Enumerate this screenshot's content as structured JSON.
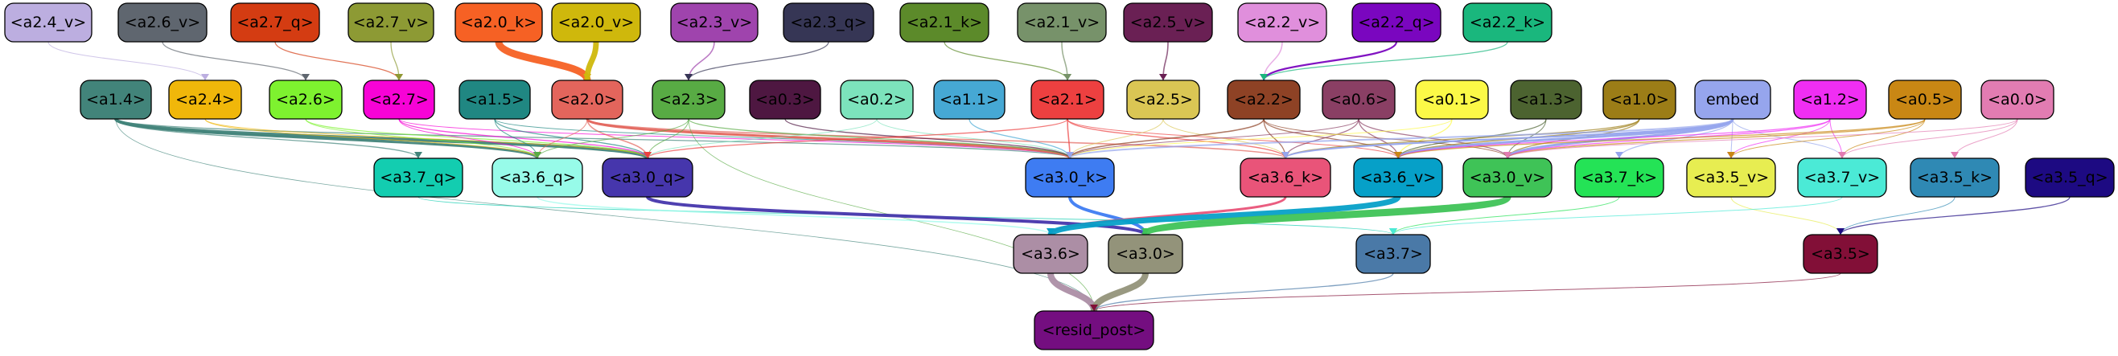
{
  "nodes": [
    {
      "id": "a2.4_v",
      "label": "<a2.4_v>",
      "fill": "#bcaee0",
      "dark": false
    },
    {
      "id": "a2.6_v",
      "label": "<a2.6_v>",
      "fill": "#5f666f",
      "dark": false
    },
    {
      "id": "a2.7_q",
      "label": "<a2.7_q>",
      "fill": "#d43c12",
      "dark": false
    },
    {
      "id": "a2.7_v",
      "label": "<a2.7_v>",
      "fill": "#8d9a34",
      "dark": false
    },
    {
      "id": "a2.0_k",
      "label": "<a2.0_k>",
      "fill": "#f66124",
      "dark": false
    },
    {
      "id": "a2.0_v",
      "label": "<a2.0_v>",
      "fill": "#cfb80c",
      "dark": false
    },
    {
      "id": "a2.3_v",
      "label": "<a2.3_v>",
      "fill": "#9f44ad",
      "dark": false
    },
    {
      "id": "a2.3_q",
      "label": "<a2.3_q>",
      "fill": "#363655",
      "dark": false
    },
    {
      "id": "a2.1_k",
      "label": "<a2.1_k>",
      "fill": "#5c8a2a",
      "dark": false
    },
    {
      "id": "a2.1_v",
      "label": "<a2.1_v>",
      "fill": "#77926a",
      "dark": false
    },
    {
      "id": "a2.5_v",
      "label": "<a2.5_v>",
      "fill": "#6a2054",
      "dark": false
    },
    {
      "id": "a2.2_v",
      "label": "<a2.2_v>",
      "fill": "#e08fdc",
      "dark": false
    },
    {
      "id": "a2.2_q",
      "label": "<a2.2_q>",
      "fill": "#7a06bf",
      "dark": false
    },
    {
      "id": "a2.2_k",
      "label": "<a2.2_k>",
      "fill": "#1ab77d",
      "dark": false
    },
    {
      "id": "a1.4",
      "label": "<a1.4>",
      "fill": "#42847a",
      "dark": false
    },
    {
      "id": "a2.4",
      "label": "<a2.4>",
      "fill": "#f0b70a",
      "dark": false
    },
    {
      "id": "a2.6",
      "label": "<a2.6>",
      "fill": "#7ef22f",
      "dark": false
    },
    {
      "id": "a2.7",
      "label": "<a2.7>",
      "fill": "#f703d6",
      "dark": false
    },
    {
      "id": "a1.5",
      "label": "<a1.5>",
      "fill": "#208782",
      "dark": false
    },
    {
      "id": "a2.0",
      "label": "<a2.0>",
      "fill": "#e3655c",
      "dark": false
    },
    {
      "id": "a2.3",
      "label": "<a2.3>",
      "fill": "#58ab44",
      "dark": false
    },
    {
      "id": "a0.3",
      "label": "<a0.3>",
      "fill": "#4e1741",
      "dark": false
    },
    {
      "id": "a0.2",
      "label": "<a0.2>",
      "fill": "#7ce3bc",
      "dark": false
    },
    {
      "id": "a1.1",
      "label": "<a1.1>",
      "fill": "#46a8d4",
      "dark": false
    },
    {
      "id": "a2.1",
      "label": "<a2.1>",
      "fill": "#ed4040",
      "dark": false
    },
    {
      "id": "a2.5",
      "label": "<a2.5>",
      "fill": "#dac654",
      "dark": false
    },
    {
      "id": "a2.2",
      "label": "<a2.2>",
      "fill": "#8e4225",
      "dark": false
    },
    {
      "id": "a0.6",
      "label": "<a0.6>",
      "fill": "#8a3f64",
      "dark": false
    },
    {
      "id": "a0.1",
      "label": "<a0.1>",
      "fill": "#fcf947",
      "dark": false
    },
    {
      "id": "a1.3",
      "label": "<a1.3>",
      "fill": "#4c6330",
      "dark": false
    },
    {
      "id": "a1.0",
      "label": "<a1.0>",
      "fill": "#9c7d17",
      "dark": false
    },
    {
      "id": "embed",
      "label": "embed",
      "fill": "#96a5ed",
      "dark": false
    },
    {
      "id": "a1.2",
      "label": "<a1.2>",
      "fill": "#f02ef3",
      "dark": false
    },
    {
      "id": "a0.5",
      "label": "<a0.5>",
      "fill": "#c98714",
      "dark": false
    },
    {
      "id": "a0.0",
      "label": "<a0.0>",
      "fill": "#e27cb2",
      "dark": false
    },
    {
      "id": "a3.7_q",
      "label": "<a3.7_q>",
      "fill": "#13cdb0",
      "dark": false
    },
    {
      "id": "a3.6_q",
      "label": "<a3.6_q>",
      "fill": "#97fbe9",
      "dark": false
    },
    {
      "id": "a3.0_q",
      "label": "<a3.0_q>",
      "fill": "#4636ac",
      "dark": false
    },
    {
      "id": "a3.0_k",
      "label": "<a3.0_k>",
      "fill": "#3e7cf2",
      "dark": false
    },
    {
      "id": "a3.6_k",
      "label": "<a3.6_k>",
      "fill": "#e95479",
      "dark": false
    },
    {
      "id": "a3.6_v",
      "label": "<a3.6_v>",
      "fill": "#06a0c8",
      "dark": false
    },
    {
      "id": "a3.0_v",
      "label": "<a3.0_v>",
      "fill": "#3fc357",
      "dark": false
    },
    {
      "id": "a3.7_k",
      "label": "<a3.7_k>",
      "fill": "#24e356",
      "dark": false
    },
    {
      "id": "a3.5_v",
      "label": "<a3.5_v>",
      "fill": "#e7ed51",
      "dark": false
    },
    {
      "id": "a3.7_v",
      "label": "<a3.7_v>",
      "fill": "#4bead6",
      "dark": false
    },
    {
      "id": "a3.5_k",
      "label": "<a3.5_k>",
      "fill": "#2f89b4",
      "dark": false
    },
    {
      "id": "a3.5_q",
      "label": "<a3.5_q>",
      "fill": "#1d0a82",
      "dark": false
    },
    {
      "id": "a3.6",
      "label": "<a3.6>",
      "fill": "#ac8ea5",
      "dark": false
    },
    {
      "id": "a3.0",
      "label": "<a3.0>",
      "fill": "#93937a",
      "dark": false
    },
    {
      "id": "a3.7",
      "label": "<a3.7>",
      "fill": "#4a79a7",
      "dark": false
    },
    {
      "id": "a3.5",
      "label": "<a3.5>",
      "fill": "#820f37",
      "dark": false
    },
    {
      "id": "resid_post",
      "label": "<resid_post>",
      "fill": "#740e80",
      "dark": false
    }
  ],
  "edges": [
    {
      "from": "a2.4_v",
      "to": "a2.4",
      "color": "#bcaee0",
      "weight": 1
    },
    {
      "from": "a2.6_v",
      "to": "a2.6",
      "color": "#5f666f",
      "weight": 1.3
    },
    {
      "from": "a2.7_q",
      "to": "a2.7",
      "color": "#d43c12",
      "weight": 1.3
    },
    {
      "from": "a2.7_v",
      "to": "a2.7",
      "color": "#8d9a34",
      "weight": 1.3
    },
    {
      "from": "a2.0_k",
      "to": "a2.0",
      "color": "#f66124",
      "weight": 9
    },
    {
      "from": "a2.0_v",
      "to": "a2.0",
      "color": "#cfb80c",
      "weight": 7
    },
    {
      "from": "a2.3_v",
      "to": "a2.3",
      "color": "#9f44ad",
      "weight": 1.6
    },
    {
      "from": "a2.3_q",
      "to": "a2.3",
      "color": "#363655",
      "weight": 1.3
    },
    {
      "from": "a2.1_k",
      "to": "a2.1",
      "color": "#5c8a2a",
      "weight": 1.3
    },
    {
      "from": "a2.1_v",
      "to": "a2.1",
      "color": "#77926a",
      "weight": 1.6
    },
    {
      "from": "a2.5_v",
      "to": "a2.5",
      "color": "#6a2054",
      "weight": 1.6
    },
    {
      "from": "a2.2_v",
      "to": "a2.2",
      "color": "#e08fdc",
      "weight": 1.6
    },
    {
      "from": "a2.2_q",
      "to": "a2.2",
      "color": "#7a06bf",
      "weight": 2.2
    },
    {
      "from": "a2.2_k",
      "to": "a2.2",
      "color": "#1ab77d",
      "weight": 1.3
    },
    {
      "from": "a1.4",
      "to": "a3.7_q",
      "color": "#42847a",
      "weight": 1.3
    },
    {
      "from": "a1.4",
      "to": "a3.6_q",
      "color": "#42847a",
      "weight": 3
    },
    {
      "from": "a1.4",
      "to": "a3.0_q",
      "color": "#42847a",
      "weight": 4
    },
    {
      "from": "a1.4",
      "to": "a3.0_k",
      "color": "#42847a",
      "weight": 1.3
    },
    {
      "from": "a1.4",
      "to": "resid_post",
      "color": "#42847a",
      "weight": 0.8
    },
    {
      "from": "a2.4",
      "to": "a3.6_q",
      "color": "#f0b70a",
      "weight": 1
    },
    {
      "from": "a2.4",
      "to": "a3.0_q",
      "color": "#f0b70a",
      "weight": 1
    },
    {
      "from": "a2.6",
      "to": "a3.6_q",
      "color": "#7ef22f",
      "weight": 1
    },
    {
      "from": "a2.6",
      "to": "a3.0_q",
      "color": "#7ef22f",
      "weight": 1.2
    },
    {
      "from": "a2.7",
      "to": "a3.6_q",
      "color": "#f703d6",
      "weight": 1
    },
    {
      "from": "a2.7",
      "to": "a3.0_q",
      "color": "#f703d6",
      "weight": 1.3
    },
    {
      "from": "a2.7",
      "to": "a3.0_k",
      "color": "#f703d6",
      "weight": 1
    },
    {
      "from": "a1.5",
      "to": "a3.6_q",
      "color": "#208782",
      "weight": 1
    },
    {
      "from": "a1.5",
      "to": "a3.0_q",
      "color": "#208782",
      "weight": 1.3
    },
    {
      "from": "a1.5",
      "to": "a3.0_k",
      "color": "#208782",
      "weight": 1
    },
    {
      "from": "a2.0",
      "to": "a3.6_q",
      "color": "#e3655c",
      "weight": 1
    },
    {
      "from": "a2.0",
      "to": "a3.0_q",
      "color": "#e3655c",
      "weight": 1.6
    },
    {
      "from": "a2.0",
      "to": "a3.0_k",
      "color": "#e3655c",
      "weight": 3
    },
    {
      "from": "a2.0",
      "to": "a3.6_k",
      "color": "#e3655c",
      "weight": 1.6
    },
    {
      "from": "a2.3",
      "to": "a3.6_q",
      "color": "#58ab44",
      "weight": 1
    },
    {
      "from": "a2.3",
      "to": "a3.0_q",
      "color": "#58ab44",
      "weight": 1
    },
    {
      "from": "a2.3",
      "to": "a3.0_k",
      "color": "#58ab44",
      "weight": 1.3
    },
    {
      "from": "a2.3",
      "to": "resid_post",
      "color": "#58ab44",
      "weight": 0.8
    },
    {
      "from": "a0.3",
      "to": "a3.0_k",
      "color": "#4e1741",
      "weight": 1.3
    },
    {
      "from": "a0.2",
      "to": "a3.0_k",
      "color": "#7ce3bc",
      "weight": 1
    },
    {
      "from": "a0.2",
      "to": "a3.0_q",
      "color": "#7ce3bc",
      "weight": 1
    },
    {
      "from": "a1.1",
      "to": "a3.0_k",
      "color": "#46a8d4",
      "weight": 1.3
    },
    {
      "from": "a2.1",
      "to": "a3.0_k",
      "color": "#ed4040",
      "weight": 1.6
    },
    {
      "from": "a2.1",
      "to": "a3.6_k",
      "color": "#ed4040",
      "weight": 1.3
    },
    {
      "from": "a2.1",
      "to": "a3.0_q",
      "color": "#ed4040",
      "weight": 1.3
    },
    {
      "from": "a2.1",
      "to": "a3.6_v",
      "color": "#ed4040",
      "weight": 1
    },
    {
      "from": "a2.5",
      "to": "a3.0_k",
      "color": "#dac654",
      "weight": 1
    },
    {
      "from": "a2.5",
      "to": "a3.6_k",
      "color": "#dac654",
      "weight": 1
    },
    {
      "from": "a2.2",
      "to": "a3.0_k",
      "color": "#8e4225",
      "weight": 1.6
    },
    {
      "from": "a2.2",
      "to": "a3.6_k",
      "color": "#8e4225",
      "weight": 1.3
    },
    {
      "from": "a2.2",
      "to": "a3.6_v",
      "color": "#8e4225",
      "weight": 1.3
    },
    {
      "from": "a2.2",
      "to": "a3.0_v",
      "color": "#8e4225",
      "weight": 1
    },
    {
      "from": "a0.6",
      "to": "a3.6_k",
      "color": "#8a3f64",
      "weight": 1.3
    },
    {
      "from": "a0.6",
      "to": "a3.6_v",
      "color": "#8a3f64",
      "weight": 1.3
    },
    {
      "from": "a0.6",
      "to": "a3.0_v",
      "color": "#8a3f64",
      "weight": 1.3
    },
    {
      "from": "a0.6",
      "to": "a3.0_k",
      "color": "#8a3f64",
      "weight": 1
    },
    {
      "from": "a0.1",
      "to": "a3.6_v",
      "color": "#fcf947",
      "weight": 1.3
    },
    {
      "from": "a0.1",
      "to": "a3.0_k",
      "color": "#fcf947",
      "weight": 1
    },
    {
      "from": "a1.3",
      "to": "a3.6_v",
      "color": "#4c6330",
      "weight": 1.3
    },
    {
      "from": "a1.3",
      "to": "a3.0_v",
      "color": "#4c6330",
      "weight": 1
    },
    {
      "from": "a1.0",
      "to": "a3.6_v",
      "color": "#9c7d17",
      "weight": 1.6
    },
    {
      "from": "a1.0",
      "to": "a3.6_k",
      "color": "#9c7d17",
      "weight": 1.3
    },
    {
      "from": "a1.0",
      "to": "a3.0_v",
      "color": "#9c7d17",
      "weight": 1.3
    },
    {
      "from": "embed",
      "to": "a3.6_v",
      "color": "#96a5ed",
      "weight": 3
    },
    {
      "from": "embed",
      "to": "a3.0_v",
      "color": "#96a5ed",
      "weight": 3
    },
    {
      "from": "embed",
      "to": "a3.6_k",
      "color": "#96a5ed",
      "weight": 2.2
    },
    {
      "from": "embed",
      "to": "a3.0_k",
      "color": "#96a5ed",
      "weight": 2
    },
    {
      "from": "embed",
      "to": "a3.7_k",
      "color": "#96a5ed",
      "weight": 1.3
    },
    {
      "from": "embed",
      "to": "a3.5_v",
      "color": "#96a5ed",
      "weight": 1
    },
    {
      "from": "embed",
      "to": "a3.7_v",
      "color": "#96a5ed",
      "weight": 1
    },
    {
      "from": "a1.2",
      "to": "a3.6_v",
      "color": "#f02ef3",
      "weight": 1.3
    },
    {
      "from": "a1.2",
      "to": "a3.0_v",
      "color": "#f02ef3",
      "weight": 1.3
    },
    {
      "from": "a1.2",
      "to": "a3.5_v",
      "color": "#f02ef3",
      "weight": 1
    },
    {
      "from": "a1.2",
      "to": "a3.7_v",
      "color": "#f02ef3",
      "weight": 1
    },
    {
      "from": "a0.5",
      "to": "a3.6_v",
      "color": "#c98714",
      "weight": 1.3
    },
    {
      "from": "a0.5",
      "to": "a3.0_v",
      "color": "#c98714",
      "weight": 1.3
    },
    {
      "from": "a0.5",
      "to": "a3.5_v",
      "color": "#c98714",
      "weight": 1
    },
    {
      "from": "a0.5",
      "to": "a3.7_v",
      "color": "#c98714",
      "weight": 1
    },
    {
      "from": "a0.0",
      "to": "a3.5_k",
      "color": "#e27cb2",
      "weight": 1
    },
    {
      "from": "a0.0",
      "to": "a3.7_v",
      "color": "#e27cb2",
      "weight": 1
    },
    {
      "from": "a0.0",
      "to": "a3.0_v",
      "color": "#e27cb2",
      "weight": 1
    },
    {
      "from": "a3.7_q",
      "to": "a3.7",
      "color": "#13cdb0",
      "weight": 1
    },
    {
      "from": "a3.6_q",
      "to": "a3.6",
      "color": "#97fbe9",
      "weight": 1.6
    },
    {
      "from": "a3.0_q",
      "to": "a3.0",
      "color": "#4636ac",
      "weight": 4
    },
    {
      "from": "a3.0_k",
      "to": "a3.0",
      "color": "#3e7cf2",
      "weight": 4
    },
    {
      "from": "a3.6_k",
      "to": "a3.6",
      "color": "#e95479",
      "weight": 3
    },
    {
      "from": "a3.6_v",
      "to": "a3.6",
      "color": "#06a0c8",
      "weight": 7
    },
    {
      "from": "a3.0_v",
      "to": "a3.0",
      "color": "#3fc357",
      "weight": 9
    },
    {
      "from": "a3.7_k",
      "to": "a3.7",
      "color": "#24e356",
      "weight": 1
    },
    {
      "from": "a3.5_v",
      "to": "a3.5",
      "color": "#e7ed51",
      "weight": 1
    },
    {
      "from": "a3.7_v",
      "to": "a3.7",
      "color": "#4bead6",
      "weight": 1
    },
    {
      "from": "a3.5_k",
      "to": "a3.5",
      "color": "#2f89b4",
      "weight": 1
    },
    {
      "from": "a3.5_q",
      "to": "a3.5",
      "color": "#1d0a82",
      "weight": 1.3
    },
    {
      "from": "a3.6",
      "to": "resid_post",
      "color": "#ac8ea5",
      "weight": 8
    },
    {
      "from": "a3.0",
      "to": "resid_post",
      "color": "#93937a",
      "weight": 8
    },
    {
      "from": "a3.7",
      "to": "resid_post",
      "color": "#4a79a7",
      "weight": 1.3
    },
    {
      "from": "a3.5",
      "to": "resid_post",
      "color": "#820f37",
      "weight": 1
    }
  ]
}
